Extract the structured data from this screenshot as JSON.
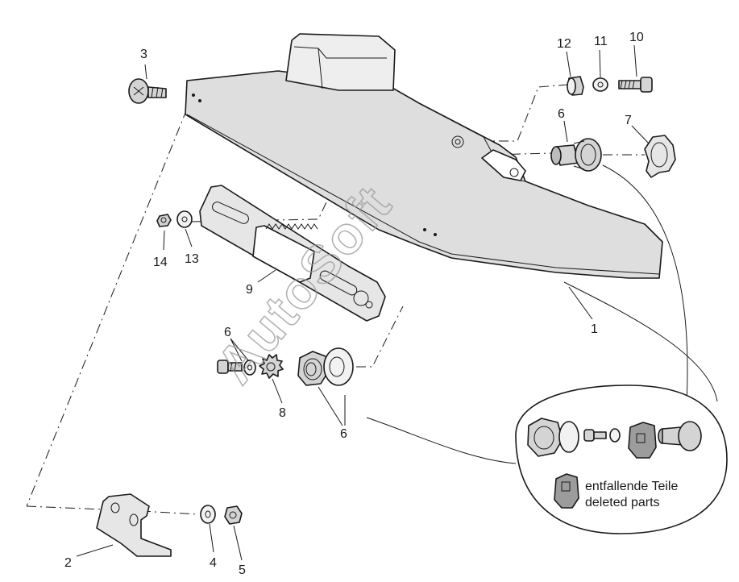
{
  "callouts": {
    "c1": "1",
    "c2": "2",
    "c3": "3",
    "c4": "4",
    "c5": "5",
    "c6a": "6",
    "c6b": "6",
    "c6c": "6",
    "c7": "7",
    "c8": "8",
    "c9": "9",
    "c10": "10",
    "c11": "11",
    "c12": "12",
    "c13": "13",
    "c14": "14"
  },
  "legend": {
    "line1": "entfallende Teile",
    "line2": "deleted parts"
  },
  "watermark": "AutoSoft",
  "colors": {
    "line": "#1a1a1a",
    "cover_fill": "#dedede",
    "cover_top": "#eeeeee",
    "metal_fill": "#d4d4d4",
    "deleted_fill": "#9c9c9c",
    "watermark": "#9a9a9a"
  }
}
